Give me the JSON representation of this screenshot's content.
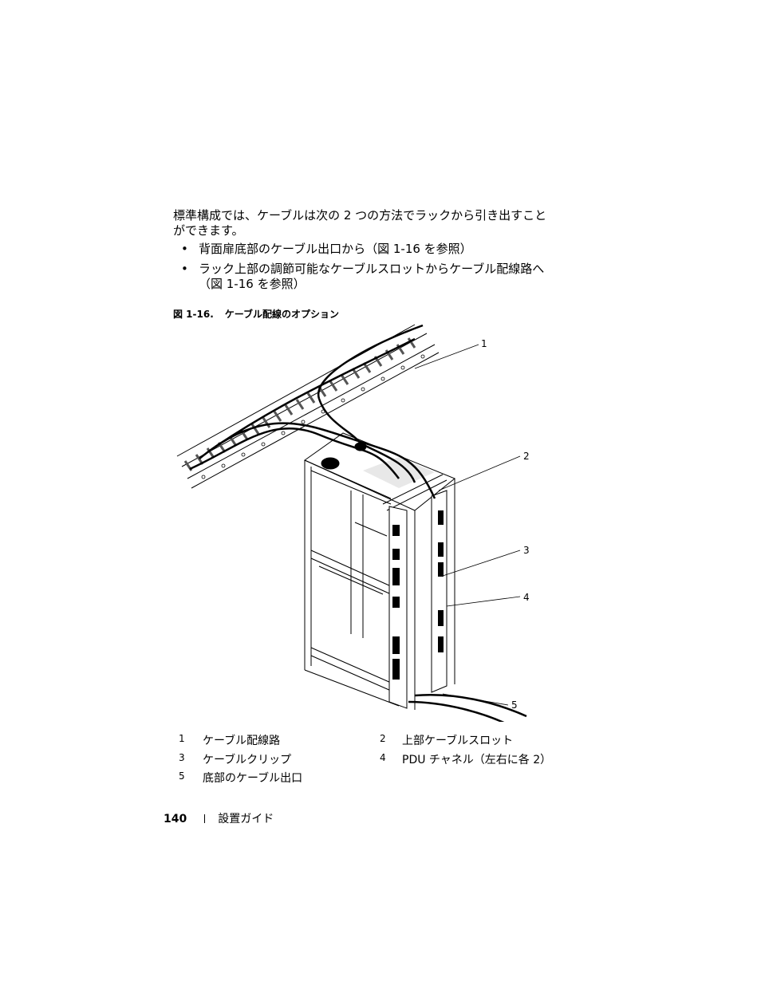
{
  "intro": {
    "line1": "標準構成では、ケーブルは次の 2 つの方法でラックから引き出すこと",
    "line2": "ができます。"
  },
  "bullets": [
    {
      "symbol": "•",
      "line1": "背面扉底部のケーブル出口から（図 1-16 を参照）",
      "line2": ""
    },
    {
      "symbol": "•",
      "line1": "ラック上部の調節可能なケーブルスロットからケーブル配線路へ",
      "line2": "（図 1-16 を参照）"
    }
  ],
  "figure": {
    "number": "図 1-16.",
    "title": "ケーブル配線のオプション",
    "callouts": [
      "1",
      "2",
      "3",
      "4",
      "5"
    ]
  },
  "legend": [
    {
      "num": "1",
      "label": "ケーブル配線路"
    },
    {
      "num": "2",
      "label": "上部ケーブルスロット"
    },
    {
      "num": "3",
      "label": "ケーブルクリップ"
    },
    {
      "num": "4",
      "label": "PDU チャネル（左右に各 2）"
    },
    {
      "num": "5",
      "label": "底部のケーブル出口"
    }
  ],
  "footer": {
    "page_number": "140",
    "section": "設置ガイド"
  }
}
